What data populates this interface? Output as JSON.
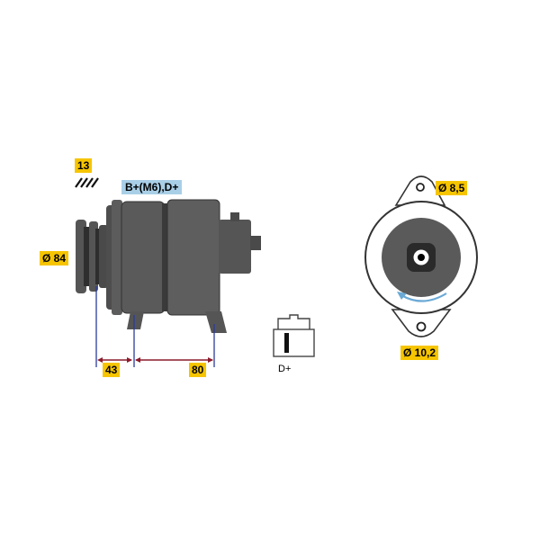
{
  "labels": {
    "code": "13",
    "terminals": "B+(M6),D+",
    "pulley_diameter": "Ø 84",
    "dim_left": "43",
    "dim_right": "80",
    "mount_hole_top": "Ø 8,5",
    "mount_hole_bottom": "Ø 10,2",
    "connector_pin": "D+"
  },
  "colors": {
    "tag_yellow": "#f6c500",
    "tag_blue": "#a9cfe7",
    "body_gray": "#5a5a5a",
    "body_dark": "#3a3a3a",
    "dim_line": "#8b1a2a",
    "axis_line": "#2b3b9a",
    "arrow_blue": "#6aa9d6"
  },
  "icons": {
    "rotation": "counter-clockwise-arrow-icon",
    "hatch": "section-hatch-icon"
  }
}
